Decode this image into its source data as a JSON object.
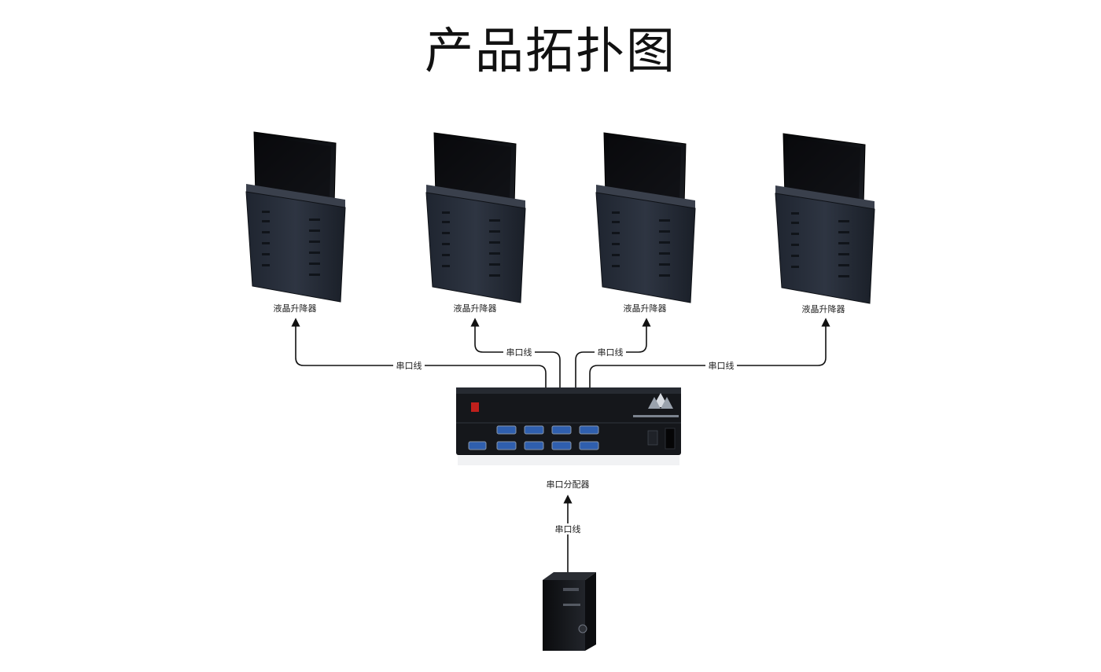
{
  "title": "产品拓扑图",
  "devices": {
    "lift_label": "液晶升降器",
    "splitter_label": "串口分配器"
  },
  "cables": {
    "serial_label": "串口线"
  }
}
